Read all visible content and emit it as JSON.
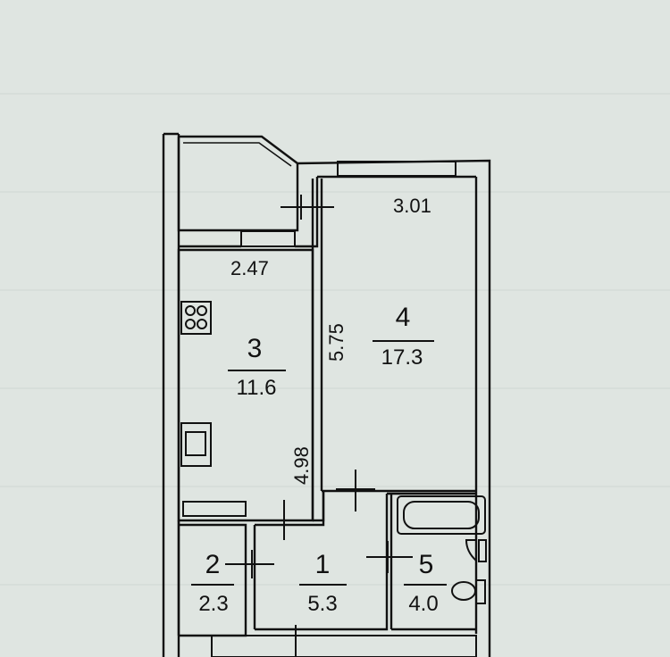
{
  "rooms": [
    {
      "id": "1",
      "number": "1",
      "area": "5.3"
    },
    {
      "id": "2",
      "number": "2",
      "area": "2.3"
    },
    {
      "id": "3",
      "number": "3",
      "area": "11.6"
    },
    {
      "id": "4",
      "number": "4",
      "area": "17.3"
    },
    {
      "id": "5",
      "number": "5",
      "area": "4.0"
    }
  ],
  "dimensions": {
    "room4_width": "3.01",
    "room4_length": "5.75",
    "room3_width": "2.47",
    "room3_length": "4.98"
  },
  "colors": {
    "paper": "#dfe5e1",
    "wall_line": "#111111",
    "wall_fill": "#d6dcd8"
  },
  "fixtures": [
    "stove-icon",
    "sink-icon",
    "bathtub-icon",
    "toilet-icon",
    "washbasin-icon"
  ]
}
